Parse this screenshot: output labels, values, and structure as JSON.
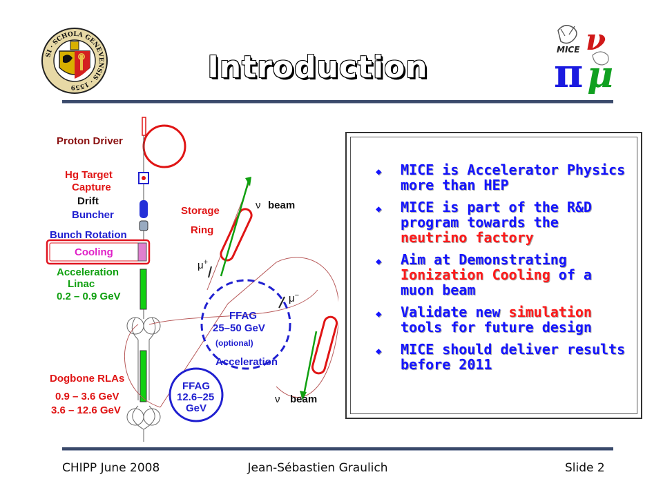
{
  "slide": {
    "title": "Introduction",
    "colors": {
      "title_fill": "#ffffff",
      "bullet_text": "#1515ff",
      "highlight": "#ff1a1a",
      "rule": "#3a4a6b"
    }
  },
  "logos": {
    "geneva_seal_text": "SCHOLA GENEVENSIS",
    "geneva_seal_year": "1559",
    "geneva_seal_prefix": "SI",
    "mice_logo_text": "MICE"
  },
  "diagram": {
    "proton_driver": "Proton Driver",
    "hg_target": "Hg  Target",
    "capture": "Capture",
    "drift": "Drift",
    "buncher": "Buncher",
    "bunch_rotation": "Bunch Rotation",
    "cooling": "Cooling",
    "acceleration": "Acceleration",
    "linac": "Linac",
    "linac_energy": "0.2 – 0.9 GeV",
    "storage": "Storage",
    "ring": "Ring",
    "nu_top": "ν",
    "beam_top": "beam",
    "mu_plus": "μ",
    "mu_plus_sign": "+",
    "mu_minus": "μ",
    "mu_minus_sign": "−",
    "ffag_big_title": "FFAG",
    "ffag_big_energy": "25–50 GeV",
    "ffag_big_note": "(optional)",
    "acceleration2": "Acceleration",
    "dogbone": "Dogbone RLAs",
    "dog_e1": "0.9 – 3.6 GeV",
    "dog_e2": "3.6 – 12.6 GeV",
    "ffag_small_title": "FFAG",
    "ffag_small_energy": "12.6–25",
    "ffag_small_unit": "GeV",
    "nu_bottom": "ν",
    "beam_bottom": "beam"
  },
  "bullets": [
    {
      "text": "MICE is Accelerator Physics more than HEP"
    },
    {
      "text": "MICE is part of the R&D program towards the ",
      "highlight": "neutrino factory"
    },
    {
      "text": "Aim at Demonstrating ",
      "highlight": "Ionization Cooling",
      "after": " of a muon beam"
    },
    {
      "text": "Validate new ",
      "highlight": "simulation",
      "after": " tools for future design"
    },
    {
      "text": "MICE should deliver results before 2011"
    }
  ],
  "footer": {
    "left": "CHIPP June 2008",
    "center": "Jean-Sébastien Graulich",
    "right": "Slide 2"
  }
}
